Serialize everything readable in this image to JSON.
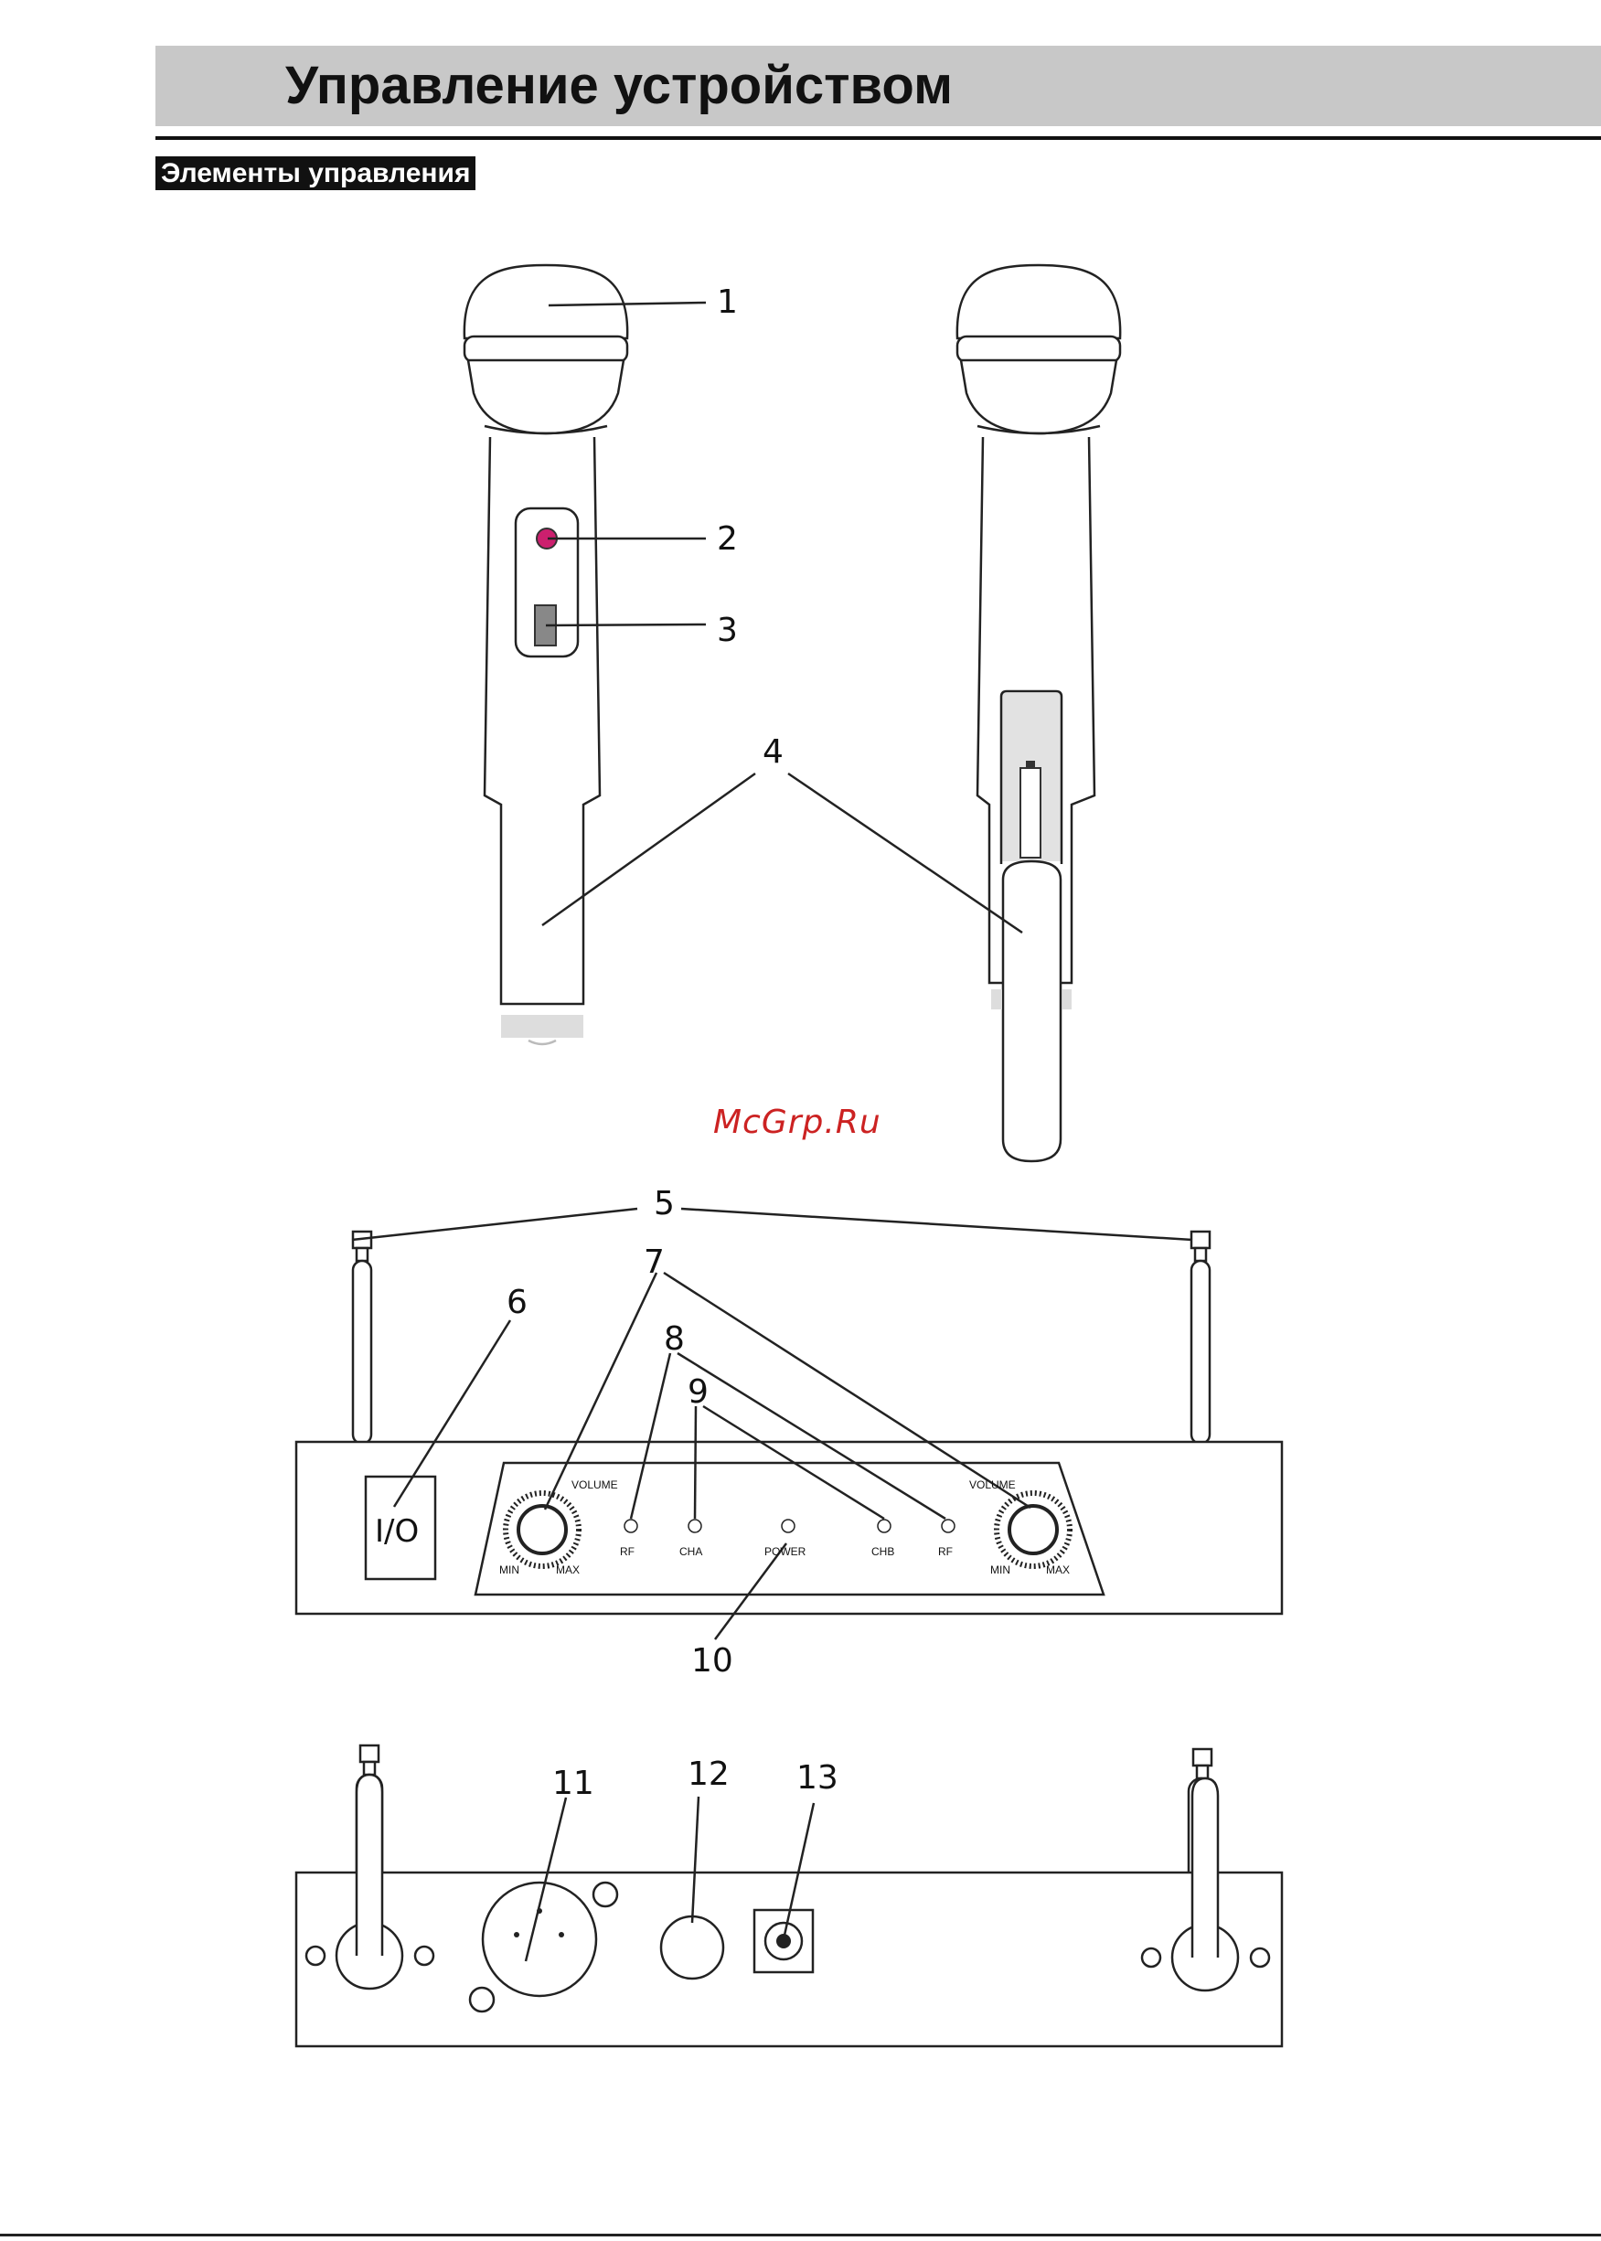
{
  "header": {
    "title": "Управление устройством",
    "section": "Элементы управления"
  },
  "watermark": "McGrp.Ru",
  "callouts": {
    "c1": "1",
    "c2": "2",
    "c3": "3",
    "c4": "4",
    "c5": "5",
    "c6": "6",
    "c7": "7",
    "c8": "8",
    "c9": "9",
    "c10": "10",
    "c11": "11",
    "c12": "12",
    "c13": "13"
  },
  "front_panel": {
    "power_switch": "I/O",
    "volume_left": "VOLUME",
    "volume_right": "VOLUME",
    "min_left": "MIN",
    "max_left": "MAX",
    "min_right": "MIN",
    "max_right": "MAX",
    "rf_left": "RF",
    "cha": "CHA",
    "power": "POWER",
    "chb": "CHB",
    "rf_right": "RF"
  },
  "colors": {
    "indicator_led": "#cc1f6e",
    "title_bar": "#c8c8c8"
  }
}
